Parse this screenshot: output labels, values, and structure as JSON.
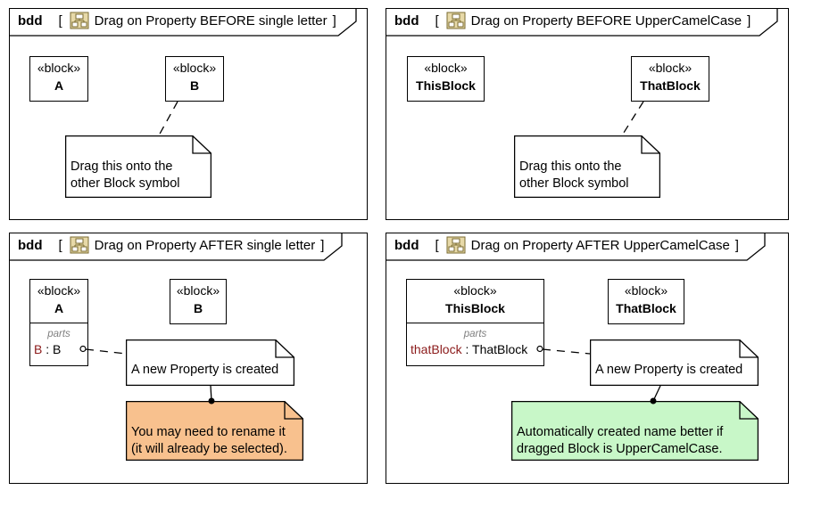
{
  "frames": [
    {
      "kw": "bdd",
      "open": "[",
      "title": "Drag on Property BEFORE single letter",
      "close": "]"
    },
    {
      "kw": "bdd",
      "open": "[",
      "title": "Drag on Property BEFORE UpperCamelCase",
      "close": "]"
    },
    {
      "kw": "bdd",
      "open": "[",
      "title": "Drag on Property AFTER single letter",
      "close": "]"
    },
    {
      "kw": "bdd",
      "open": "[",
      "title": "Drag on Property AFTER UpperCamelCase",
      "close": "]"
    }
  ],
  "stereotype": "«block»",
  "parts_label": "parts",
  "blocks": {
    "tl_a": "A",
    "tl_b": "B",
    "tr_a": "ThisBlock",
    "tr_b": "ThatBlock",
    "bl_a": "A",
    "bl_b": "B",
    "br_a": "ThisBlock",
    "br_b": "ThatBlock"
  },
  "parts": {
    "bl": {
      "name": "B",
      "sep": " : ",
      "type": "B"
    },
    "br": {
      "name": "thatBlock",
      "sep": " : ",
      "type": "ThatBlock"
    }
  },
  "notes": {
    "drag_line1": "Drag this onto the",
    "drag_line2": "other Block symbol",
    "created": "A new Property is created",
    "rename_line1": "You may need to rename it",
    "rename_line2": "(it will already be selected).",
    "auto_line1": "Automatically created name better if",
    "auto_line2": "dragged Block is UpperCamelCase."
  },
  "colors": {
    "note_orange": "#f8c18e",
    "note_green": "#c8f7c8",
    "part_name": "#8b1a1a"
  },
  "icons": [
    "diagram-frame-icon"
  ]
}
